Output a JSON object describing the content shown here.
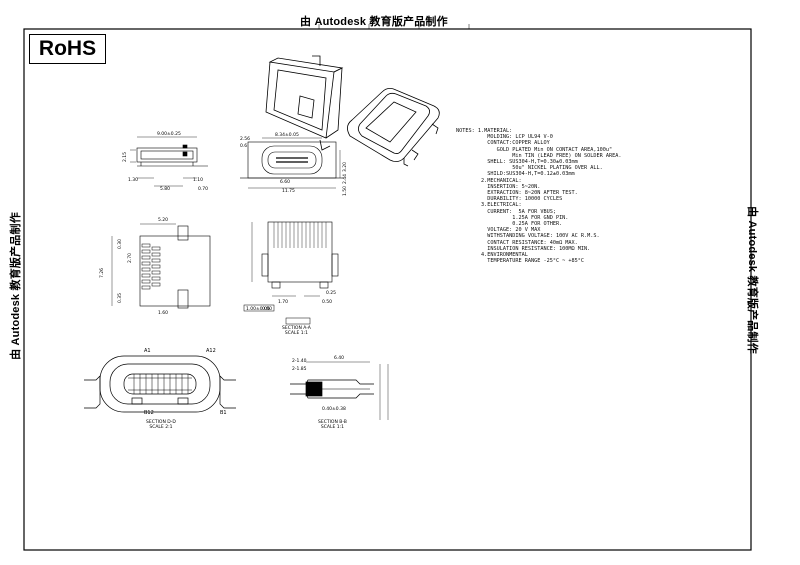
{
  "watermark": {
    "top": "由 Autodesk 教育版产品制作",
    "left": "由 Autodesk 教育版产品制作",
    "right": "由 Autodesk 教育版产品制作"
  },
  "badge": {
    "rohs": "RoHS"
  },
  "notes": {
    "lines": [
      "NOTES: 1.MATERIAL:",
      "          MOLDING: LCP UL94 V-0",
      "          CONTACT:COPPER ALLOY",
      "             GOLD PLATED Min ON CONTACT AREA,100u\"",
      "                  Min TIN (LEAD FREE) ON SOLDER AREA.",
      "          SHELL: SUS304-H,T=0.30±0.03mm",
      "                  50u\" NICKEL PLATING OVER ALL.",
      "          SHILD:SUS304-H,T=0.12±0.03mm",
      "        2.MECHANICAL:",
      "          INSERTION: 5~20N.",
      "          EXTRACTION: 8~20N AFTER TEST.",
      "          DURABILITY: 10000 CYCLES",
      "        3.ELECTRICAL:",
      "          CURRENT:  5A FOR VBUS;",
      "                  1.25A FOR GND PIN.",
      "                  0.25A FOR OTHER.",
      "          VOLTAGE: 20 V MAX",
      "          WITHSTANDING VOLTAGE: 100V AC R.M.S.",
      "          CONTACT RESISTANCE: 40mΩ MAX.",
      "          INSULATION RESISTANCE: 100MΩ MIN.",
      "        4.ENVIRONMENTAL",
      "          TEMPERATURE RANGE -25°C ~ +85°C"
    ]
  },
  "dimensions": {
    "top_view_width": "9.00±0.25",
    "top_1": "2.15",
    "top_2": "1.30",
    "top_3": "5.80",
    "top_4": "1.10",
    "top_5": "0.70",
    "front_width": "8.34±0.05",
    "front_h1": "2.56",
    "front_h2": "0.6",
    "front_w2": "6.60",
    "front_total": "11.75",
    "front_r1": "3.20",
    "front_r2": "2.44",
    "front_r3": "1.50",
    "pcb_top": "5.20",
    "pcb_left": "7.26",
    "pcb_b1": "1.60",
    "pcb_v1": "0.30",
    "pcb_v2": "0.35",
    "pcb_v3": "2.70",
    "side_1": "1.70",
    "side_2": "0.50",
    "side_3": "0.25",
    "side_4": "0.80",
    "side_5": "1.00±0.05",
    "section_top": "6.40",
    "section_1": "2-1.40",
    "section_2": "2-1.85",
    "section_3": "0.40±0.38",
    "pin_a1": "A1",
    "pin_a12": "A12",
    "pin_b12": "B12",
    "pin_b1": "B1"
  },
  "sections": {
    "s1_name": "SECTION A-A",
    "s1_scale": "SCALE 1:1",
    "s2_name": "SECTION D-D",
    "s2_scale": "SCALE 2:1",
    "s3_name": "SECTION B-B",
    "s3_scale": "SCALE 1:1"
  }
}
